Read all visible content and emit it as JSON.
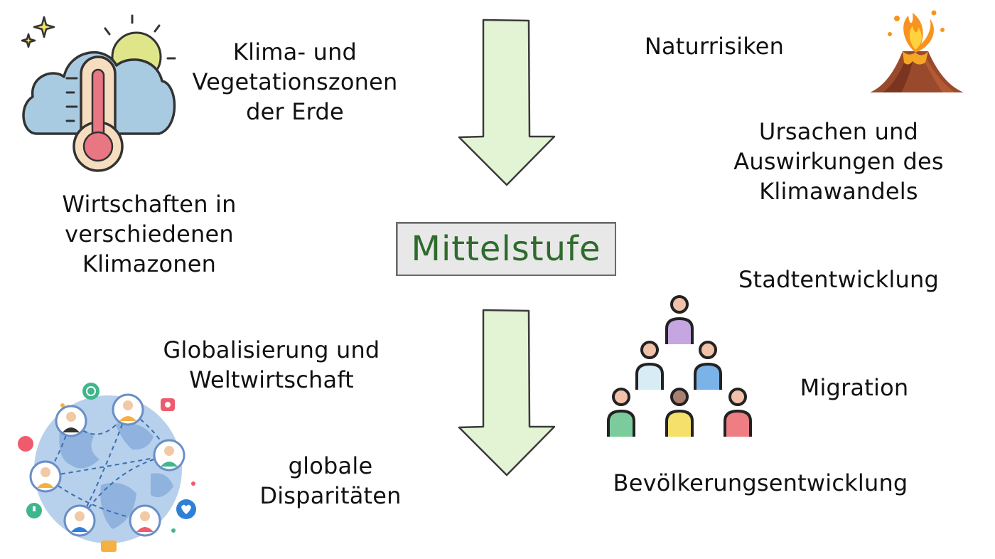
{
  "center": {
    "title": "Mittelstufe"
  },
  "topics": {
    "klima_vegetation": [
      "Klima- und",
      "Vegetationszonen",
      "der Erde"
    ],
    "wirtschaften": [
      "Wirtschaften in",
      "verschiedenen",
      "Klimazonen"
    ],
    "naturrisiken": [
      "Naturrisiken"
    ],
    "klimawandel": [
      "Ursachen und",
      "Auswirkungen des",
      "Klimawandels"
    ],
    "stadtentwicklung": [
      "Stadtentwicklung"
    ],
    "globalisierung": [
      "Globalisierung und",
      "Weltwirtschaft"
    ],
    "disparitaeten": [
      "globale",
      "Disparitäten"
    ],
    "migration": [
      "Migration"
    ],
    "bevoelkerung": [
      "Bevölkerungsentwicklung"
    ]
  },
  "icons": {
    "weather": "weather-thermometer-icon",
    "volcano": "volcano-icon",
    "network": "global-network-icon",
    "population": "population-pyramid-icon"
  },
  "colors": {
    "arrow_fill": "#e3f4d5",
    "arrow_stroke": "#3a3a3a",
    "title_text": "#2f6b2c",
    "title_bg": "#e8e8e8"
  }
}
